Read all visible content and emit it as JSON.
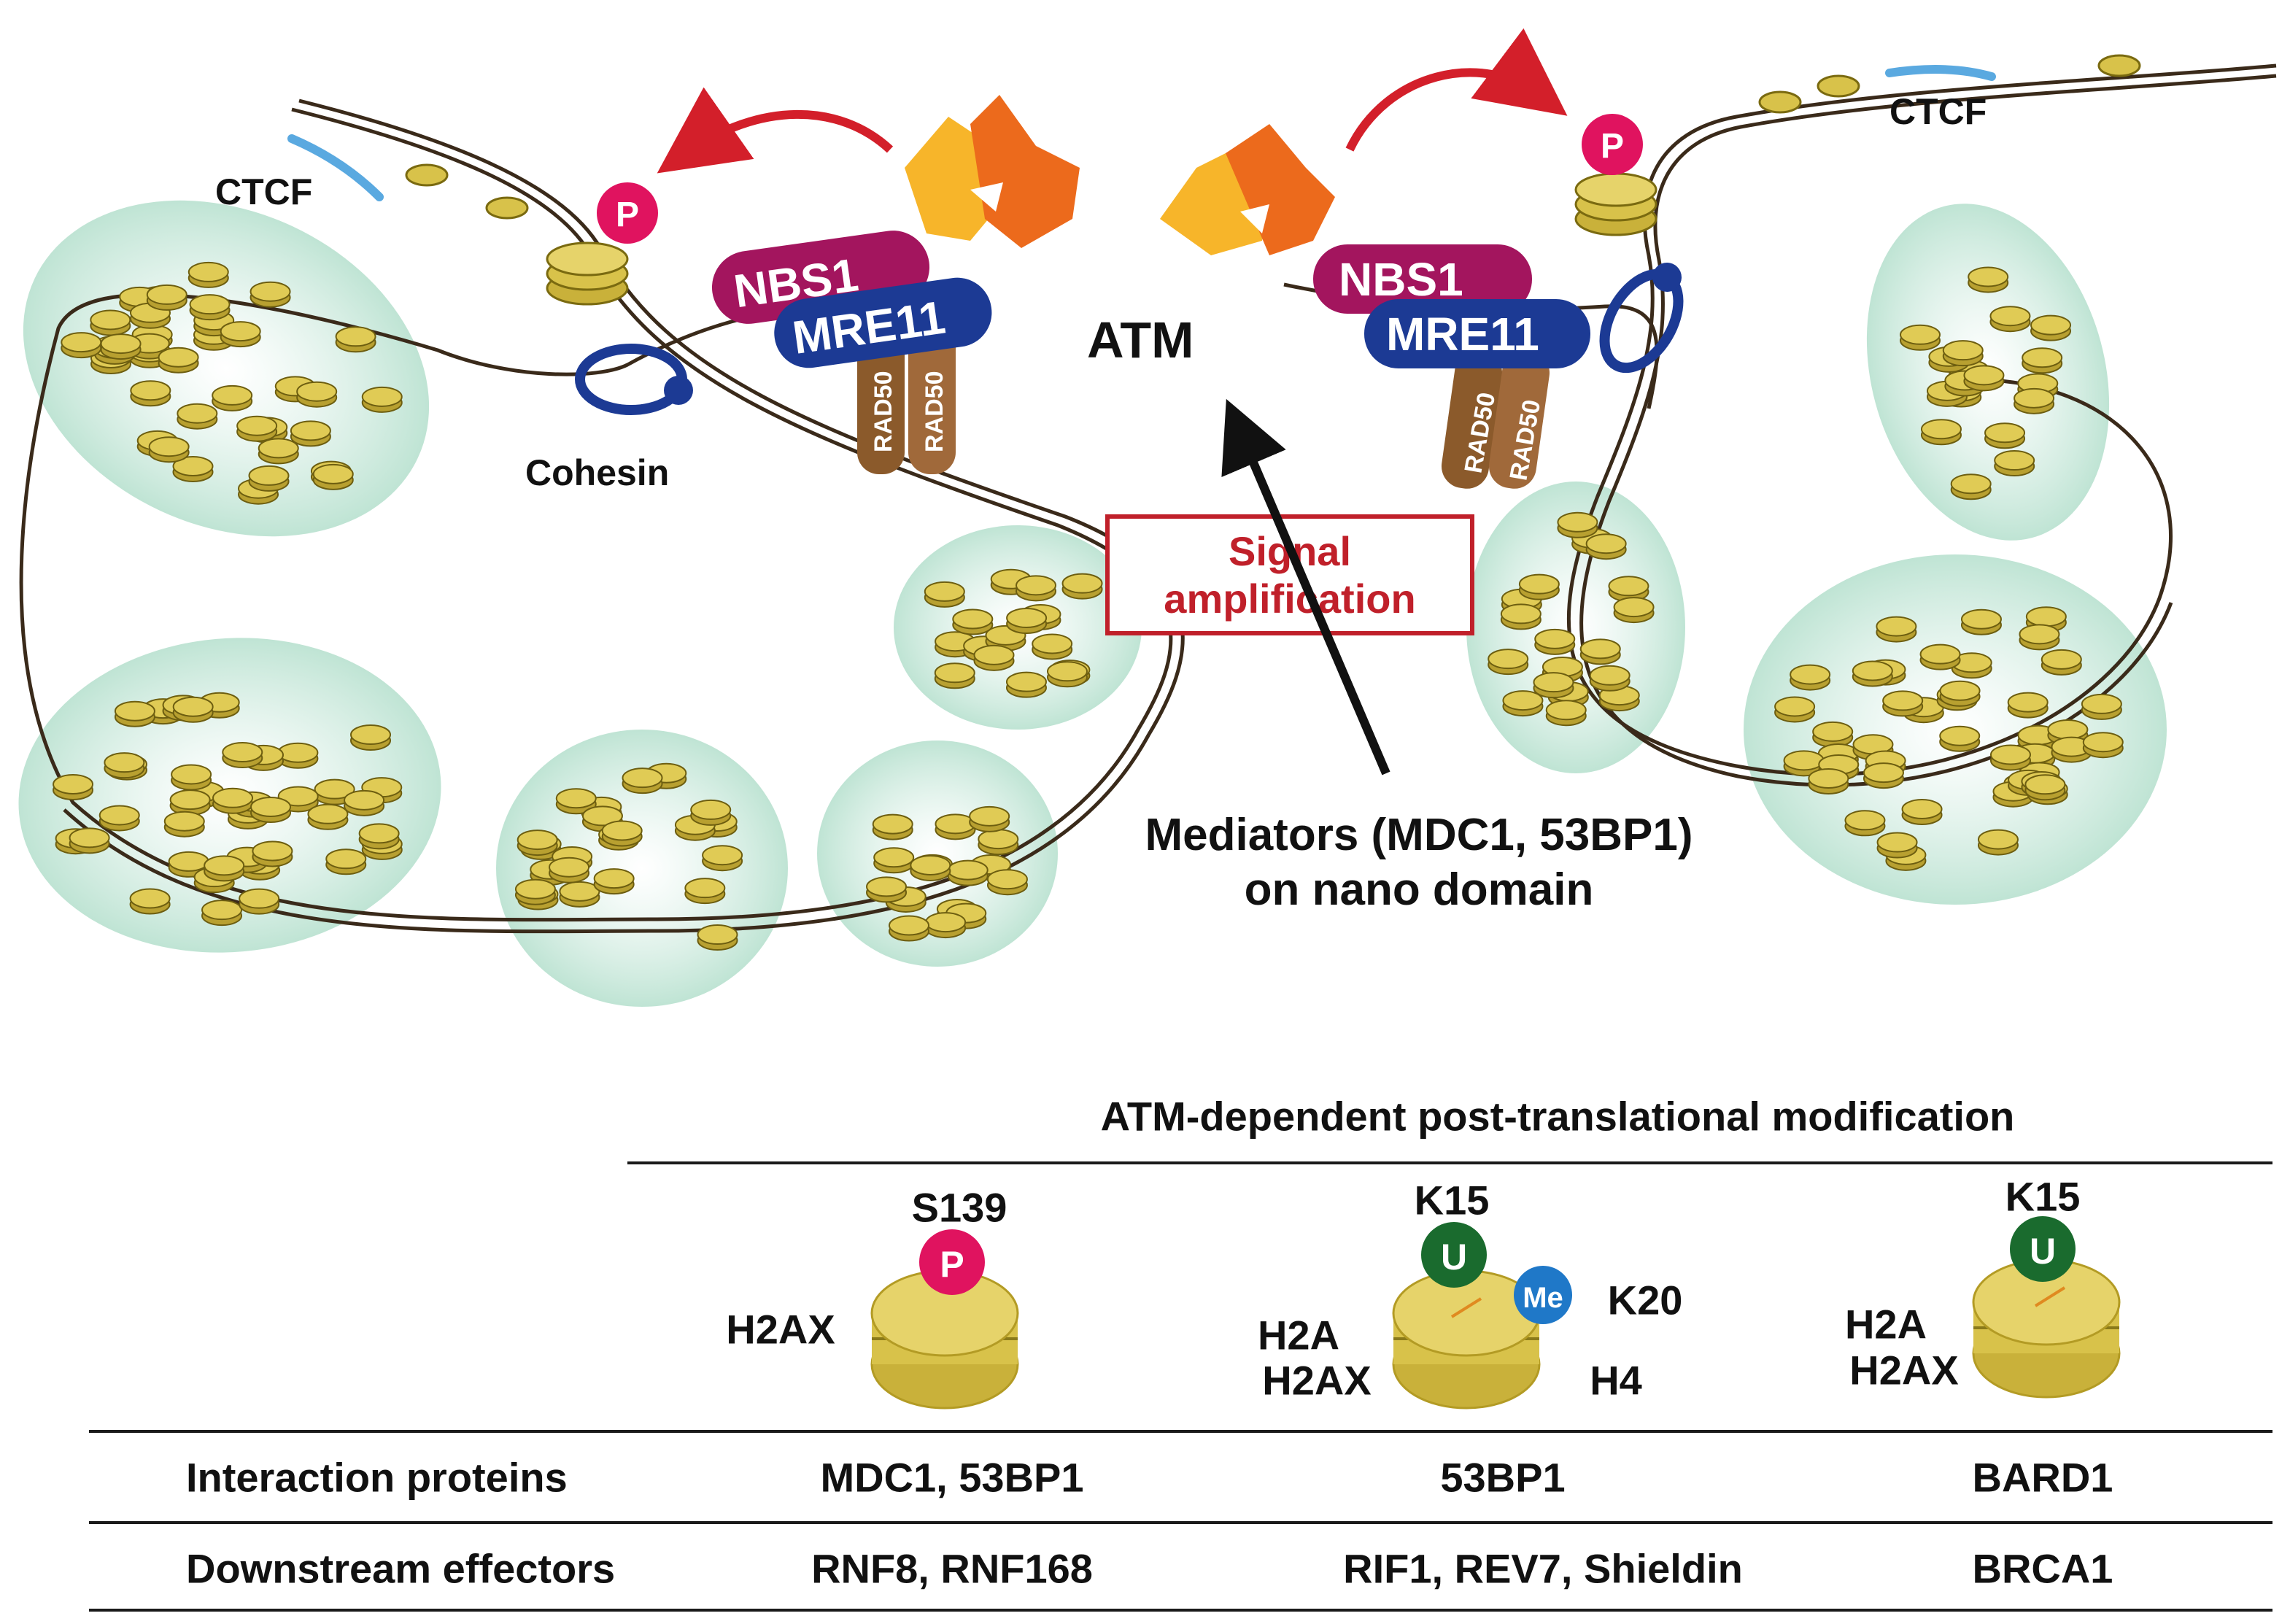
{
  "diagram": {
    "labels": {
      "ctcf_left": "CTCF",
      "ctcf_right": "CTCF",
      "cohesin": "Cohesin",
      "atm": "ATM",
      "nbs1_left": "NBS1",
      "mre11_left": "MRE11",
      "rad50_left_a": "RAD50",
      "rad50_left_b": "RAD50",
      "nbs1_right": "NBS1",
      "mre11_right": "MRE11",
      "rad50_right_a": "RAD50",
      "rad50_right_b": "RAD50",
      "phospho": "P",
      "signal_line1": "Signal",
      "signal_line2": "amplification",
      "mediators_line1": "Mediators (MDC1, 53BP1)",
      "mediators_line2": "on nano domain"
    }
  },
  "table": {
    "header": "ATM-dependent post-translational modification",
    "mods": {
      "col1": {
        "site": "S139",
        "mark": "P",
        "histone": "H2AX"
      },
      "col2": {
        "site": "K15",
        "mark": "U",
        "mark2": "Me",
        "site2": "K20",
        "histone_a": "H2A",
        "histone_b": "H2AX",
        "histone_c": "H4"
      },
      "col3": {
        "site": "K15",
        "mark": "U",
        "histone_a": "H2A",
        "histone_b": "H2AX"
      }
    },
    "rows": [
      {
        "label": "Interaction proteins",
        "values": [
          "MDC1, 53BP1",
          "53BP1",
          "BARD1"
        ]
      },
      {
        "label": "Downstream effectors",
        "values": [
          "RNF8, RNF168",
          "RIF1, REV7, Shieldin",
          "BRCA1"
        ]
      }
    ]
  },
  "colors": {
    "nucleosome": "#d8c24a",
    "domain": "#cfeadf",
    "nbs1": "#a3155e",
    "mre11": "#1c3a94",
    "rad50": "#8b5a2b",
    "atm_light": "#f7b52a",
    "atm_dark": "#ec6a1c",
    "phospho": "#e0135f",
    "ubiquitin": "#1a6b2e",
    "methyl": "#1f78c8",
    "arrow": "#d31f2a",
    "box": "#c0202a"
  }
}
